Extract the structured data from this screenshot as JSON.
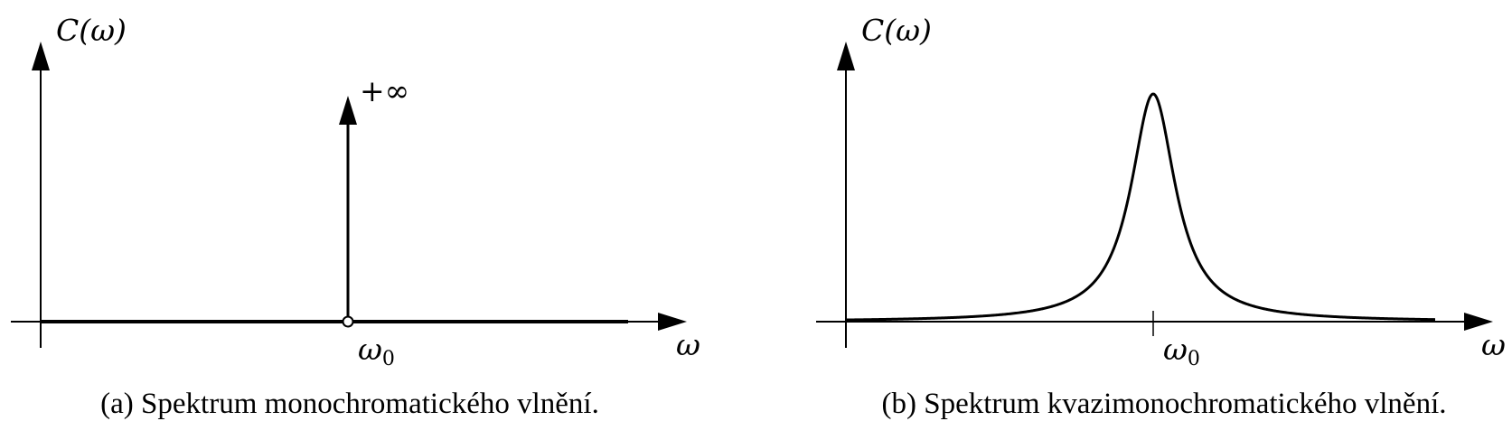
{
  "panel_a": {
    "y_label": "C(ω)",
    "x_label": "ω",
    "marker_label": "ω",
    "marker_sub": "0",
    "peak_label": "+∞",
    "caption": "(a) Spektrum monochromatického vlnění."
  },
  "panel_b": {
    "y_label": "C(ω)",
    "x_label": "ω",
    "marker_label": "ω",
    "marker_sub": "0",
    "caption": "(b) Spektrum kvazimonochromatického vlnění."
  },
  "colors": {
    "ink": "#000000",
    "background": "#ffffff"
  }
}
